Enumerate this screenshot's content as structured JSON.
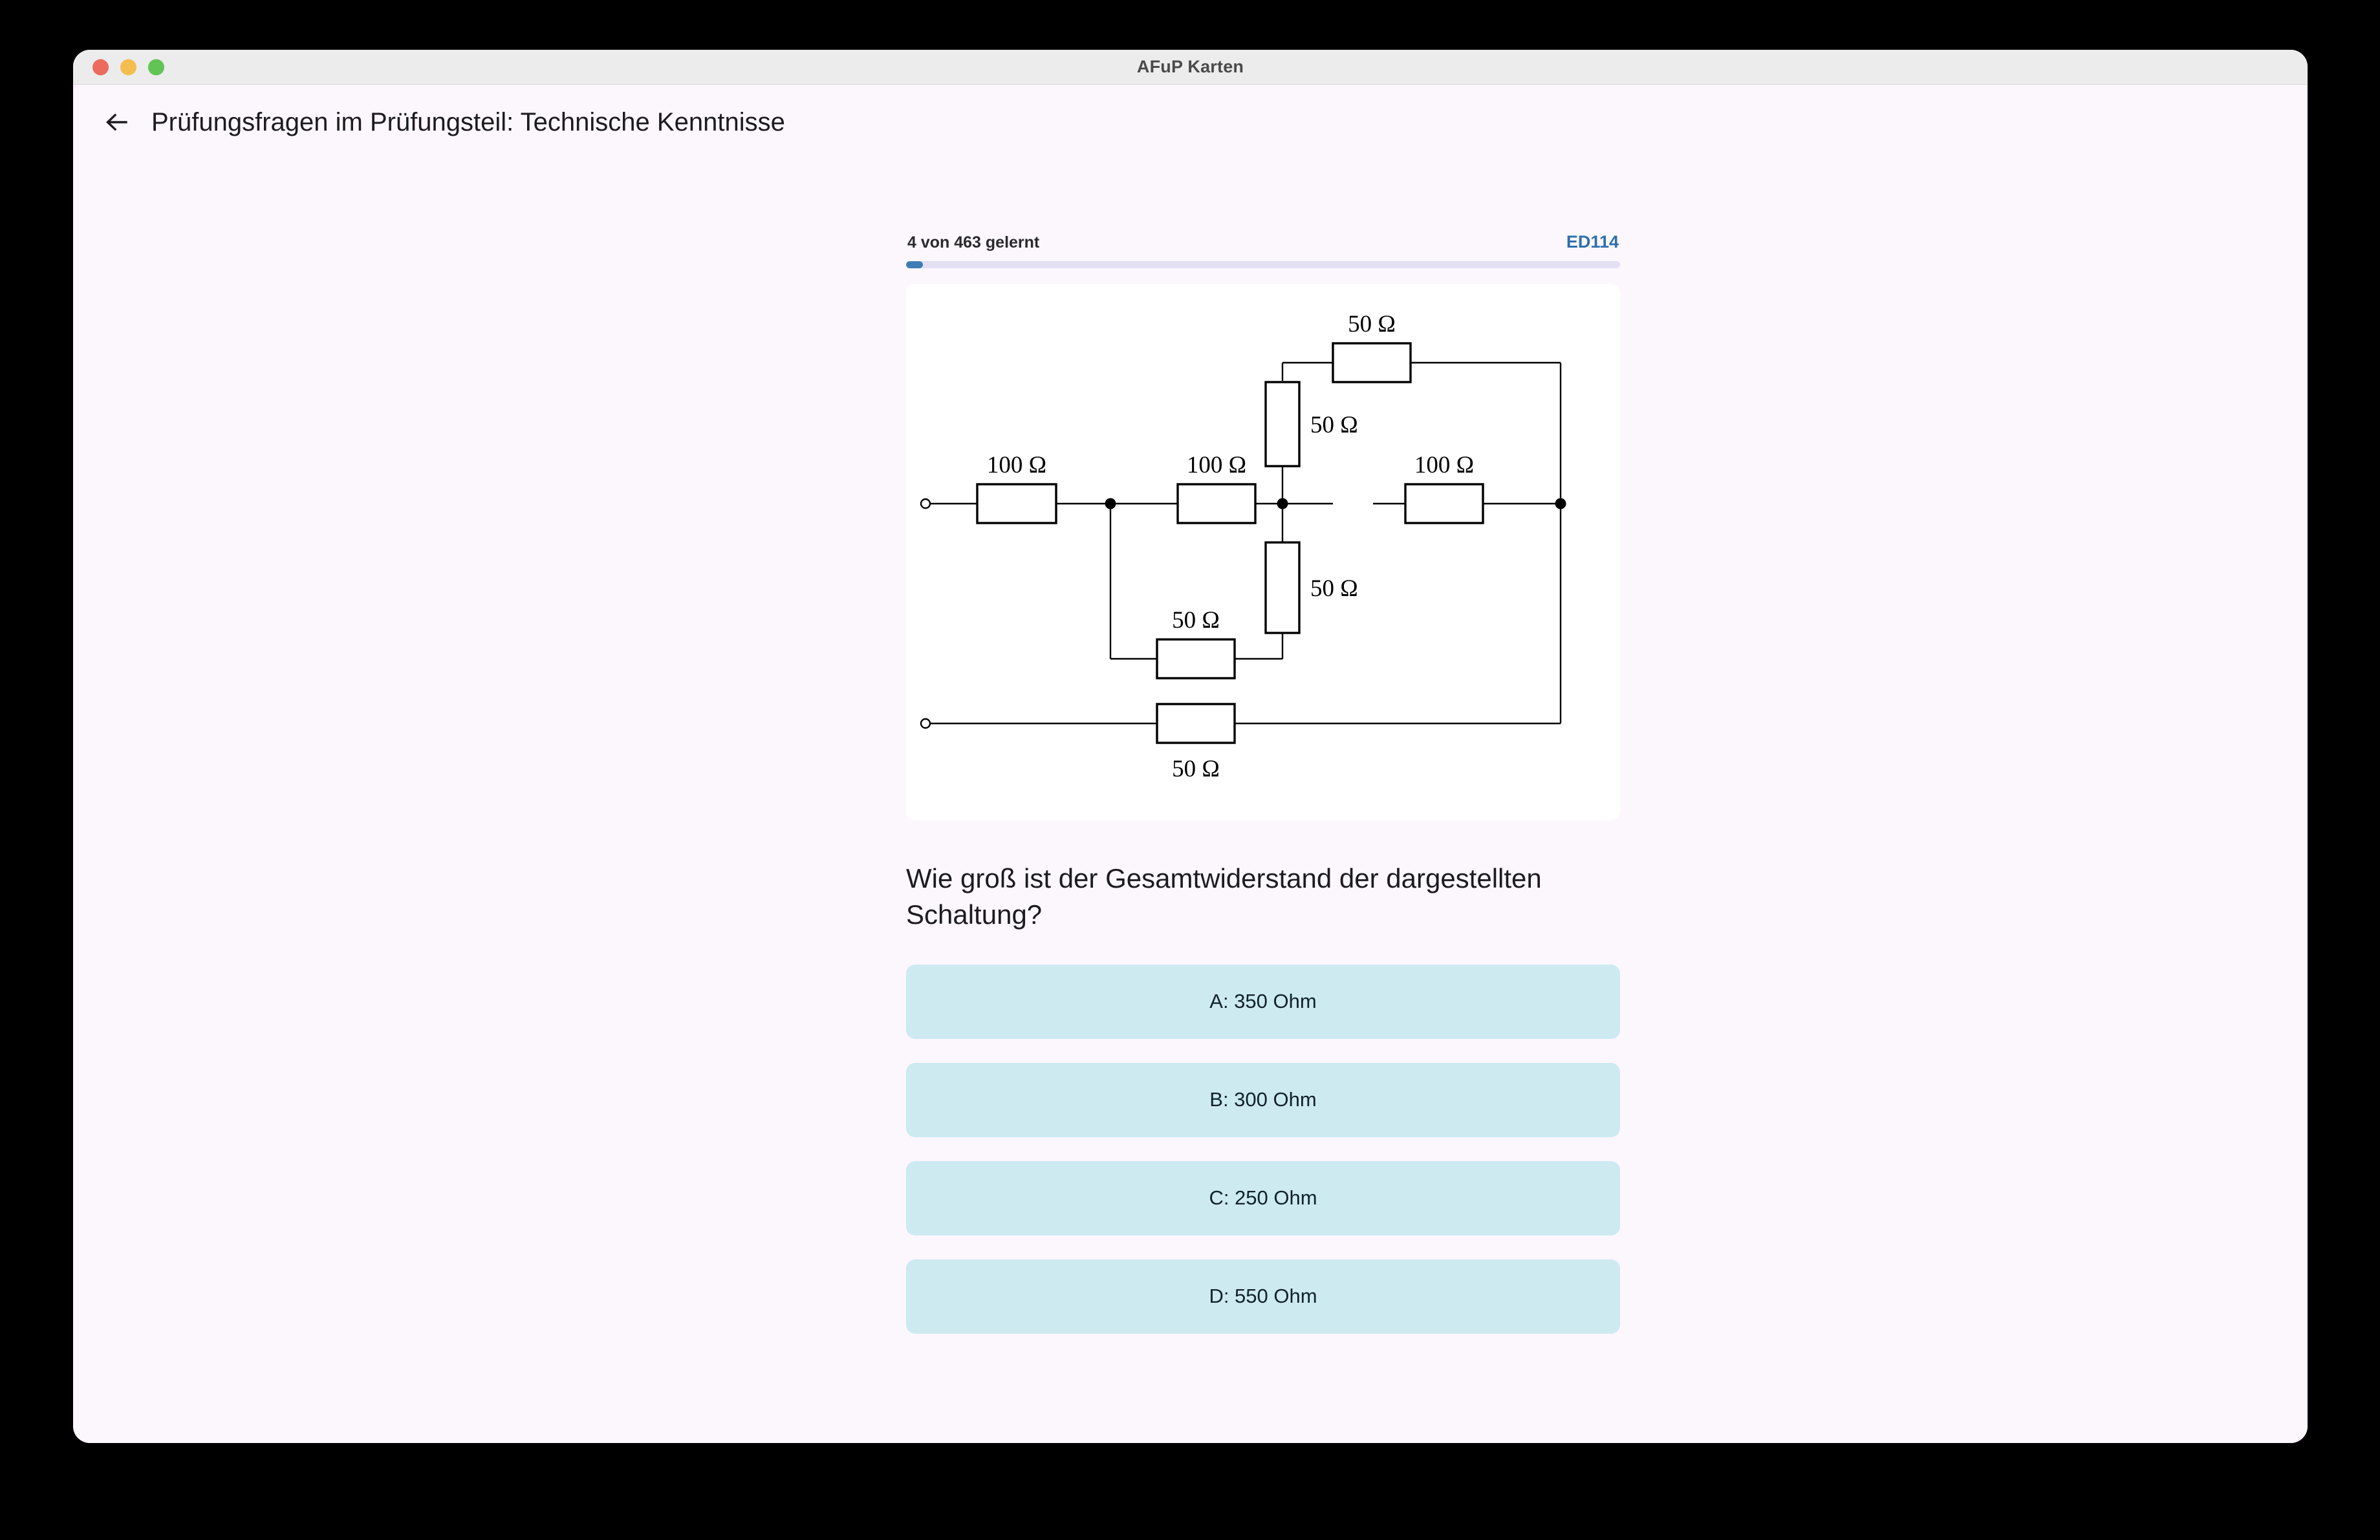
{
  "window": {
    "title": "AFuP Karten",
    "traffic_lights": [
      {
        "name": "close",
        "color": "#ec6a5e"
      },
      {
        "name": "minimize",
        "color": "#f4bd4f"
      },
      {
        "name": "maximize",
        "color": "#61c454"
      }
    ]
  },
  "header": {
    "back_icon": "arrow-left-icon",
    "title": "Prüfungsfragen im Prüfungsteil: Technische Kenntnisse"
  },
  "progress": {
    "label": "4 von 463 gelernt",
    "learned": 4,
    "total": 463,
    "percent": 0.86,
    "deck_code": "ED114",
    "track_color": "#e3e0f2",
    "fill_color": "#3f7cb5",
    "code_color": "#2f6fad"
  },
  "circuit": {
    "caption_unit": "Ω",
    "labels": {
      "r1": "100 Ω",
      "r2": "100 Ω",
      "r3": "100 Ω",
      "r_top": "50 Ω",
      "r_vert_upper": "50 Ω",
      "r_vert_lower": "50 Ω",
      "r_mid": "50 Ω",
      "r_bottom": "50 Ω"
    }
  },
  "question": {
    "text": "Wie groß ist der Gesamtwiderstand der dargestellten Schaltung?"
  },
  "answers": [
    {
      "id": "a",
      "label": "A: 350 Ohm"
    },
    {
      "id": "b",
      "label": "B: 300 Ohm"
    },
    {
      "id": "c",
      "label": "C: 250 Ohm"
    },
    {
      "id": "d",
      "label": "D: 550 Ohm"
    }
  ],
  "colors": {
    "page_background": "#fcf7fd",
    "titlebar": "#ececec",
    "card": "#ffffff",
    "answer_button": "#cdeaf1",
    "text": "#1d1b20"
  }
}
